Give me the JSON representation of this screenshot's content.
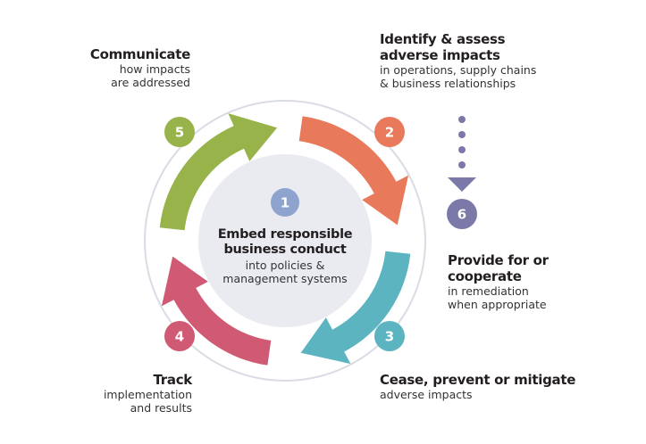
{
  "colors": {
    "step1": "#8ea4cf",
    "step2": "#e8795a",
    "step3": "#5bb4c0",
    "step4": "#d05a73",
    "step5": "#97b34a",
    "step6": "#7b79a8",
    "ring": "#d9dce4",
    "core": "#e9ebf0"
  },
  "steps": [
    {
      "num": "1",
      "title": "Embed responsible business conduct",
      "title_lines": [
        "Embed responsible",
        "business conduct"
      ],
      "sub_lines": [
        "into policies &",
        "management systems"
      ]
    },
    {
      "num": "2",
      "title_lines": [
        "Identify & assess",
        "adverse impacts"
      ],
      "sub_lines": [
        "in operations, supply chains",
        "& business relationships"
      ]
    },
    {
      "num": "3",
      "title_lines": [
        "Cease, prevent or mitigate"
      ],
      "sub_lines": [
        "adverse impacts"
      ]
    },
    {
      "num": "4",
      "title_lines": [
        "Track"
      ],
      "sub_lines": [
        "implementation",
        "and results"
      ]
    },
    {
      "num": "5",
      "title_lines": [
        "Communicate"
      ],
      "sub_lines": [
        "how impacts",
        "are addressed"
      ]
    },
    {
      "num": "6",
      "title_lines": [
        "Provide for or",
        "cooperate"
      ],
      "sub_lines": [
        "in remediation",
        "when appropriate"
      ]
    }
  ]
}
